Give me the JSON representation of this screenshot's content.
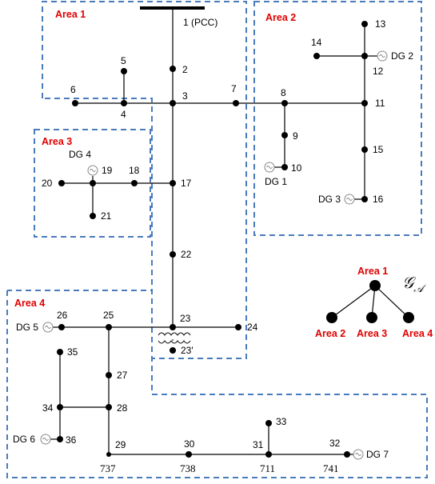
{
  "areas": {
    "area1": "Area 1",
    "area2": "Area 2",
    "area3": "Area 3",
    "area4": "Area 4"
  },
  "buses": {
    "b1": "1 (PCC)",
    "b2": "2",
    "b3": "3",
    "b4": "4",
    "b5": "5",
    "b6": "6",
    "b7": "7",
    "b8": "8",
    "b9": "9",
    "b10": "10",
    "b11": "11",
    "b12": "12",
    "b13": "13",
    "b14": "14",
    "b15": "15",
    "b16": "16",
    "b17": "17",
    "b18": "18",
    "b19": "19",
    "b20": "20",
    "b21": "21",
    "b22": "22",
    "b23": "23",
    "b23p": "23'",
    "b24": "24",
    "b25": "25",
    "b26": "26",
    "b27": "27",
    "b28": "28",
    "b29": "29",
    "b30": "30",
    "b31": "31",
    "b32": "32",
    "b33": "33",
    "b34": "34",
    "b35": "35",
    "b36": "36"
  },
  "dgs": {
    "dg1": "DG 1",
    "dg2": "DG 2",
    "dg3": "DG 3",
    "dg4": "DG 4",
    "dg5": "DG 5",
    "dg6": "DG 6",
    "dg7": "DG 7"
  },
  "ieee_ids": {
    "n737": "737",
    "n738": "738",
    "n711": "711",
    "n741": "741"
  },
  "graph": {
    "symbol": "𝒢",
    "subscript": "𝒜",
    "root": "Area 1",
    "children": [
      "Area 2",
      "Area 3",
      "Area 4"
    ]
  },
  "colors": {
    "area_label": "#e00000",
    "area_border": "#4a7bbd",
    "dg_symbol": "#888888"
  }
}
